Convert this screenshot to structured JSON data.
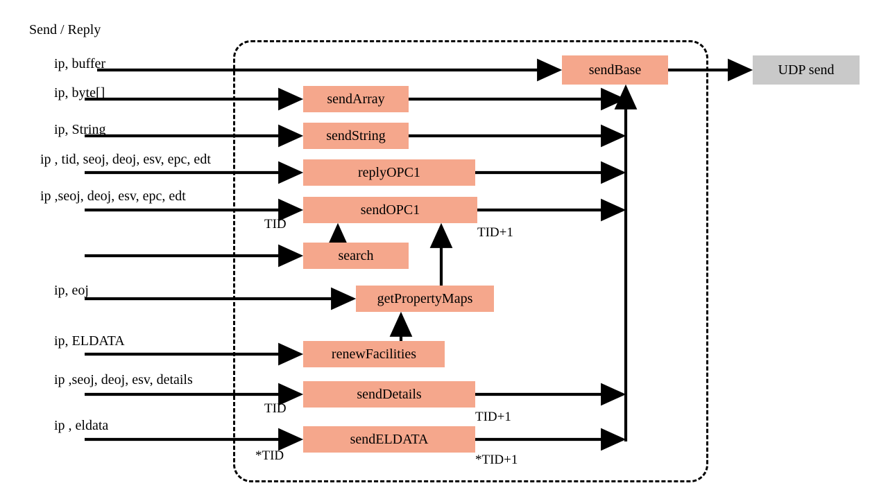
{
  "title": "Send / Reply",
  "colors": {
    "box_fill": "#F5A78C",
    "udp_fill": "#C9C9C9",
    "line": "#000000",
    "background": "#FFFFFF"
  },
  "input_labels": [
    {
      "text": "ip, buffer"
    },
    {
      "text": "ip, byte[]"
    },
    {
      "text": "ip, String"
    },
    {
      "text": "ip , tid, seoj, deoj, esv, epc, edt"
    },
    {
      "text": "ip ,seoj, deoj, esv, epc, edt"
    },
    {
      "text": "ip, eoj"
    },
    {
      "text": "ip, ELDATA"
    },
    {
      "text": "ip ,seoj, deoj, esv, details"
    },
    {
      "text": "ip , eldata"
    }
  ],
  "boxes": [
    {
      "id": "sendBase",
      "label": "sendBase",
      "kind": "fn"
    },
    {
      "id": "sendArray",
      "label": "sendArray",
      "kind": "fn"
    },
    {
      "id": "sendString",
      "label": "sendString",
      "kind": "fn"
    },
    {
      "id": "replyOPC1",
      "label": "replyOPC1",
      "kind": "fn"
    },
    {
      "id": "sendOPC1",
      "label": "sendOPC1",
      "kind": "fn"
    },
    {
      "id": "search",
      "label": "search",
      "kind": "fn"
    },
    {
      "id": "getPropertyMaps",
      "label": "getPropertyMaps",
      "kind": "fn"
    },
    {
      "id": "renewFacilities",
      "label": "renewFacilities",
      "kind": "fn"
    },
    {
      "id": "sendDetails",
      "label": "sendDetails",
      "kind": "fn"
    },
    {
      "id": "sendELDATA",
      "label": "sendELDATA",
      "kind": "fn"
    },
    {
      "id": "udpSend",
      "label": "UDP send",
      "kind": "external"
    }
  ],
  "edge_labels": [
    {
      "id": "tid_sendopc1",
      "text": "TID"
    },
    {
      "id": "tidp1_sendopc1",
      "text": "TID+1"
    },
    {
      "id": "tid_senddetails",
      "text": "TID"
    },
    {
      "id": "tidp1_senddetails",
      "text": "TID+1"
    },
    {
      "id": "startid_eldata",
      "text": "*TID"
    },
    {
      "id": "startidp1_eldata",
      "text": "*TID+1"
    }
  ]
}
